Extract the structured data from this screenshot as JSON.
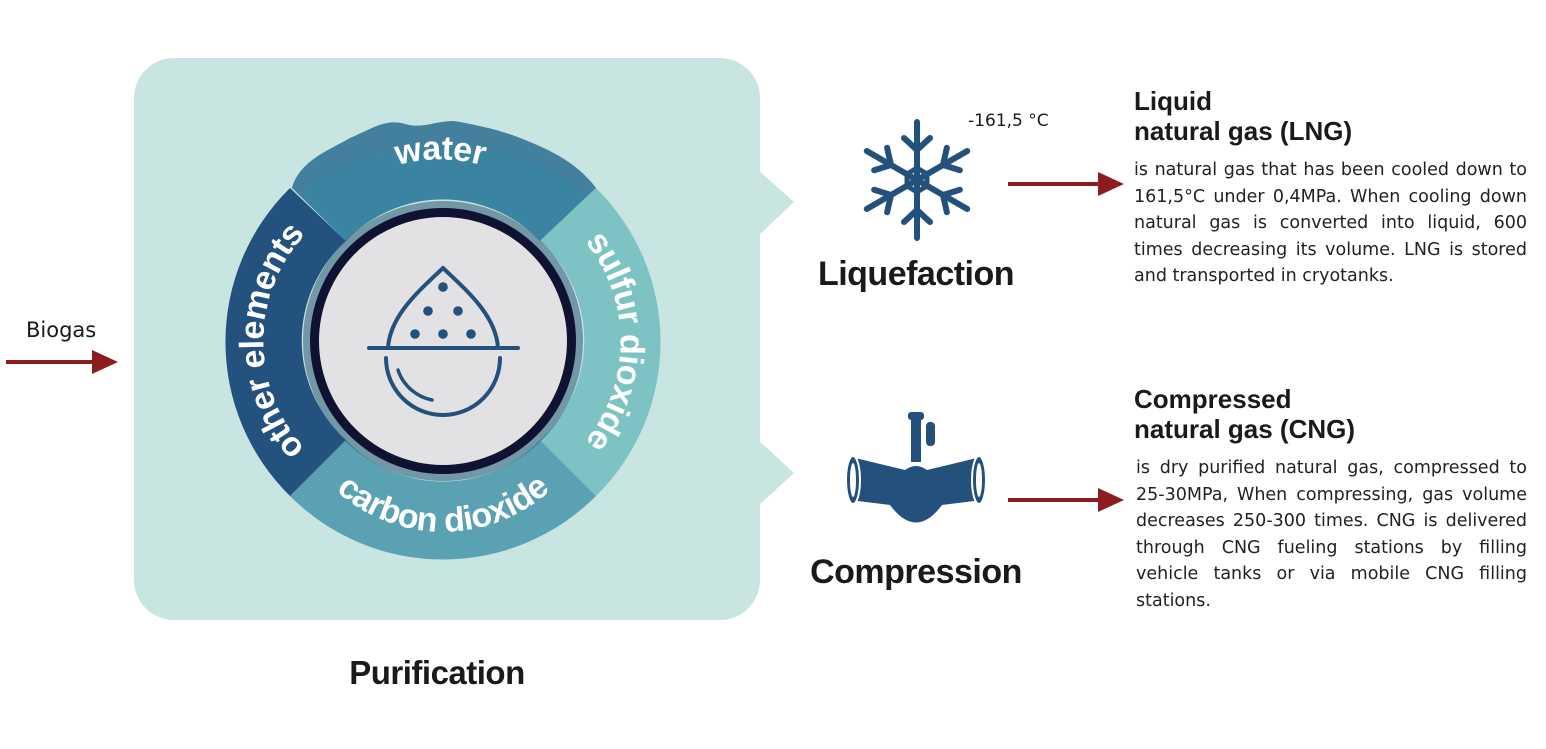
{
  "colors": {
    "panel": "#c8e5e2",
    "water": "#3a84a2",
    "sulfur": "#7ec3c4",
    "carbon": "#5aa2b3",
    "other": "#24527f",
    "inner_ring": "#0f1230",
    "center": "#e2e2e5",
    "icon_blue": "#24517c",
    "arrow_red": "#8b1c1f",
    "text_dark": "#1a1a1a"
  },
  "input": {
    "label": "Biogas"
  },
  "purification": {
    "title": "Purification",
    "segments": {
      "water": "water",
      "sulfur": "sulfur dioxide",
      "carbon": "carbon dioxide",
      "other": "other elements"
    },
    "center_icon": "water-drop-filter-icon"
  },
  "liquefaction": {
    "title": "Liquefaction",
    "temperature": "-161,5 °C",
    "icon": "snowflake-icon",
    "heading": [
      "Liquid",
      "natural gas (LNG)"
    ],
    "description": "is natural gas that has been cooled down to 161,5°C under 0,4MPa. When cooling down natural gas is converted into liquid, 600 times decreasing its volume. LNG is stored and transported in cryotanks."
  },
  "compression": {
    "title": "Compression",
    "icon": "pipe-valve-icon",
    "heading": [
      "Compressed",
      "natural gas (CNG)"
    ],
    "description": "is dry purified natural gas, compressed to 25-30MPa, When compressing, gas volume decreases 250-300 times. CNG is delivered through CNG fueling stations by filling vehicle tanks or via mobile CNG filling stations."
  }
}
